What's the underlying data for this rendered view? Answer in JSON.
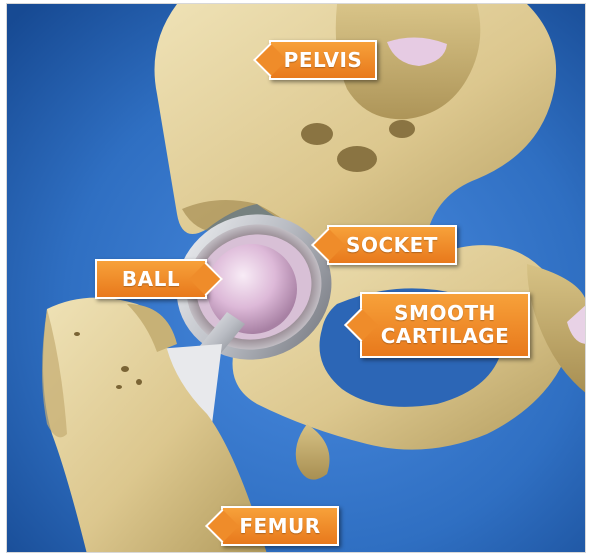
{
  "labels": {
    "pelvis": "PELVIS",
    "socket": "SOCKET",
    "ball": "BALL",
    "cartilage_line1": "SMOOTH",
    "cartilage_line2": "CARTILAGE",
    "femur": "FEMUR"
  },
  "colors": {
    "background_blue": "#2f6fc2",
    "bone": "#e4d39f",
    "bone_shadow": "#b9a46a",
    "cartilage_pink": "#e3c6e0",
    "metal": "#c9ccd2",
    "callout_orange": "#ef8c2a"
  },
  "icons": {
    "ball": "prosthetic-ball-head",
    "socket": "prosthetic-acetabular-cup",
    "stem": "prosthetic-femoral-stem"
  }
}
